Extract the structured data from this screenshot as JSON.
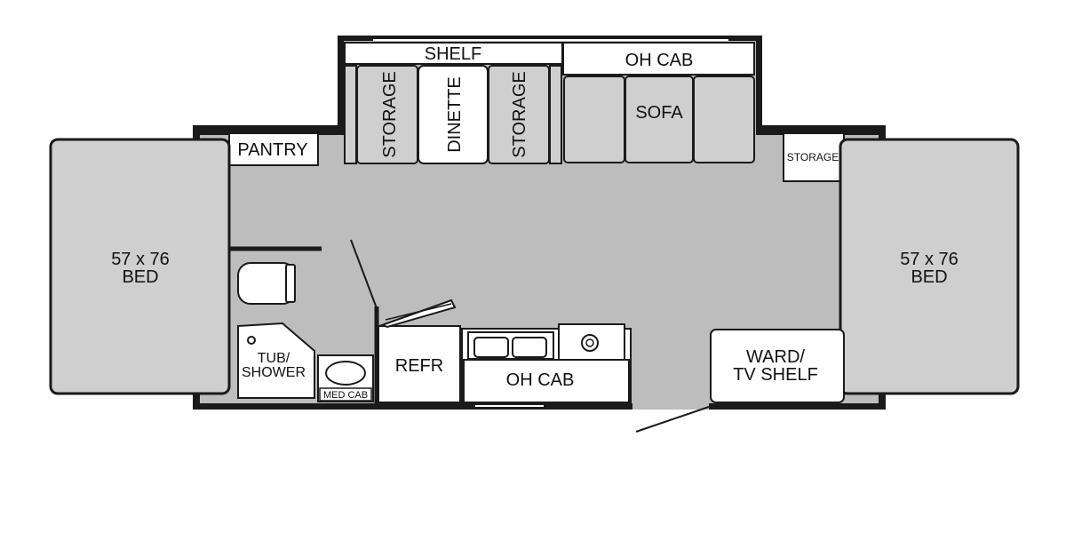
{
  "colors": {
    "floor": "#bdbdbd",
    "furniture": "#cfcfcf",
    "wall": "#1a1a1a",
    "white": "#ffffff"
  },
  "labels": {
    "shelf": "SHELF",
    "oh_cab_top": "OH CAB",
    "storage_left": "STORAGE",
    "dinette": "DINETTE",
    "storage_right": "STORAGE",
    "sofa": "SOFA",
    "pantry": "PANTRY",
    "storage_small": "STORAGE",
    "bed_left_size": "57 x 76",
    "bed_left": "BED",
    "bed_right_size": "57 x 76",
    "bed_right": "BED",
    "tub_line1": "TUB/",
    "tub_line2": "SHOWER",
    "med_cab": "MED CAB",
    "refr": "REFR",
    "oh_cab_bottom": "OH CAB",
    "ward_line1": "WARD/",
    "ward_line2": "TV SHELF"
  },
  "icons": {
    "toilet": "toilet-icon",
    "sink_bath": "bathroom-sink-icon",
    "sink_kitchen": "double-sink-icon",
    "stove": "stove-burner-icon",
    "door": "entry-door-icon"
  }
}
